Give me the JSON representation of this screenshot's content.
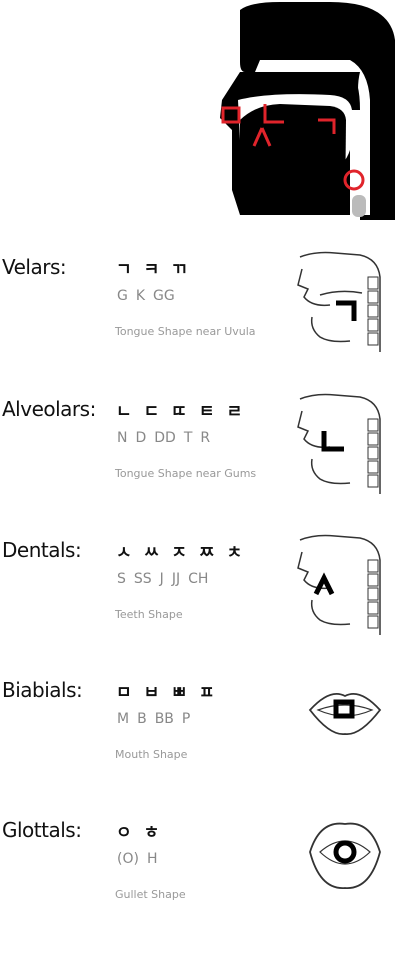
{
  "categories": [
    {
      "name": "Velars",
      "colon": ":",
      "letters": [
        "ㄱ",
        "ㅋ",
        "ㄲ"
      ],
      "romanizations": [
        "G",
        "K",
        "GG"
      ],
      "description": "Tongue Shape near Uvula",
      "illustration": "head-profile-velar"
    },
    {
      "name": "Alveolars",
      "colon": ":",
      "letters": [
        "ㄴ",
        "ㄷ",
        "ㄸ",
        "ㅌ",
        "ㄹ"
      ],
      "romanizations": [
        "N",
        "D",
        "DD",
        "T",
        "R"
      ],
      "description": "Tongue Shape near Gums",
      "illustration": "head-profile-alveolar"
    },
    {
      "name": "Dentals",
      "colon": ":",
      "letters": [
        "ㅅ",
        "ㅆ",
        "ㅈ",
        "ㅉ",
        "ㅊ"
      ],
      "romanizations": [
        "S",
        "SS",
        "J",
        "JJ",
        "CH"
      ],
      "description": "Teeth Shape",
      "illustration": "head-profile-dental"
    },
    {
      "name": "Biabials",
      "colon": ":",
      "letters": [
        "ㅁ",
        "ㅂ",
        "ㅃ",
        "ㅍ"
      ],
      "romanizations": [
        "M",
        "B",
        "BB",
        "P"
      ],
      "description": "Mouth Shape",
      "illustration": "mouth-front-view"
    },
    {
      "name": "Glottals",
      "colon": ":",
      "letters": [
        "ㅇ",
        "ㅎ"
      ],
      "romanizations": [
        "(O)",
        "H"
      ],
      "description": "Gullet Shape",
      "illustration": "mouth-front-view-open"
    }
  ],
  "hero_marks": [
    "ㅁ",
    "ㄴ",
    "ㅅ",
    "ㄱ",
    "ㅇ"
  ],
  "colors": {
    "accent": "#e0242b",
    "text": "#111111",
    "muted": "#888888",
    "desc": "#999999"
  }
}
